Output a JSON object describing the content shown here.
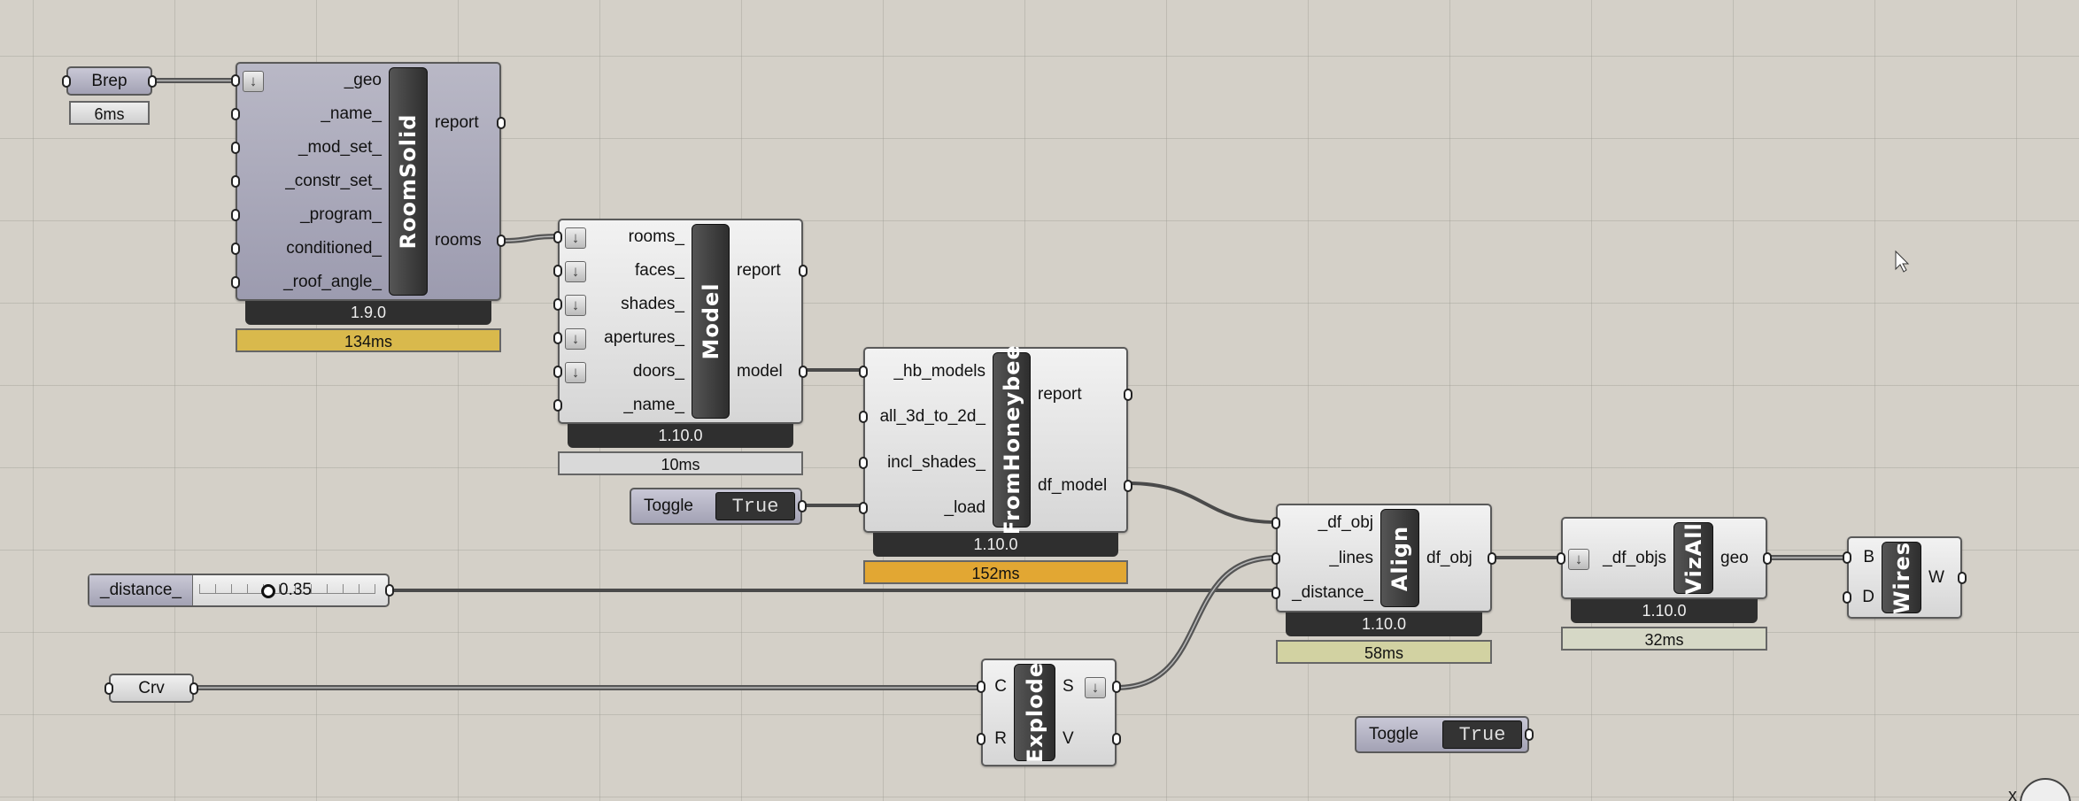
{
  "params": {
    "brep": {
      "label": "Brep",
      "timing": "6ms"
    },
    "crv": {
      "label": "Crv"
    }
  },
  "slider": {
    "label": "_distance_",
    "value": "0.35"
  },
  "toggles": [
    {
      "label": "Toggle",
      "value": "True"
    },
    {
      "label": "Toggle",
      "value": "True"
    }
  ],
  "components": [
    {
      "id": "roomsolid",
      "name": "RoomSolid",
      "version": "1.9.0",
      "timing": "134ms",
      "timing_color": "#d9b94c",
      "inputs": [
        {
          "label": "_geo",
          "flatten": true
        },
        {
          "label": "_name_"
        },
        {
          "label": "_mod_set_"
        },
        {
          "label": "_constr_set_"
        },
        {
          "label": "_program_"
        },
        {
          "label": "conditioned_"
        },
        {
          "label": "_roof_angle_"
        }
      ],
      "outputs": [
        {
          "label": "report"
        },
        {
          "label": "rooms"
        }
      ]
    },
    {
      "id": "model",
      "name": "Model",
      "version": "1.10.0",
      "timing": "10ms",
      "timing_color": "#d9d9d9",
      "inputs": [
        {
          "label": "rooms_",
          "flatten": true
        },
        {
          "label": "faces_",
          "flatten": true
        },
        {
          "label": "shades_",
          "flatten": true
        },
        {
          "label": "apertures_",
          "flatten": true
        },
        {
          "label": "doors_",
          "flatten": true
        },
        {
          "label": "_name_"
        }
      ],
      "outputs": [
        {
          "label": "report"
        },
        {
          "label": "model"
        }
      ]
    },
    {
      "id": "fromhoneybee",
      "name": "FromHoneybee",
      "version": "1.10.0",
      "timing": "152ms",
      "timing_color": "#e2a733",
      "inputs": [
        {
          "label": "_hb_models"
        },
        {
          "label": "all_3d_to_2d_"
        },
        {
          "label": "incl_shades_"
        },
        {
          "label": "_load"
        }
      ],
      "outputs": [
        {
          "label": "report"
        },
        {
          "label": "df_model"
        }
      ]
    },
    {
      "id": "align",
      "name": "Align",
      "version": "1.10.0",
      "timing": "58ms",
      "timing_color": "#d2d2a2",
      "inputs": [
        {
          "label": "_df_obj"
        },
        {
          "label": "_lines"
        },
        {
          "label": "_distance_"
        }
      ],
      "outputs": [
        {
          "label": "df_obj"
        }
      ]
    },
    {
      "id": "vizall",
      "name": "VizAll",
      "version": "1.10.0",
      "timing": "32ms",
      "timing_color": "#d6d8c6",
      "inputs": [
        {
          "label": "_df_objs",
          "flatten": true
        }
      ],
      "outputs": [
        {
          "label": "geo"
        }
      ]
    },
    {
      "id": "wires",
      "name": "Wires",
      "inputs": [
        {
          "label": "B"
        },
        {
          "label": "D"
        }
      ],
      "outputs": [
        {
          "label": "W"
        }
      ]
    },
    {
      "id": "explode",
      "name": "Explode",
      "inputs": [
        {
          "label": "C"
        },
        {
          "label": "R"
        }
      ],
      "outputs": [
        {
          "label": "S",
          "flatten": true
        },
        {
          "label": "V"
        }
      ]
    }
  ]
}
